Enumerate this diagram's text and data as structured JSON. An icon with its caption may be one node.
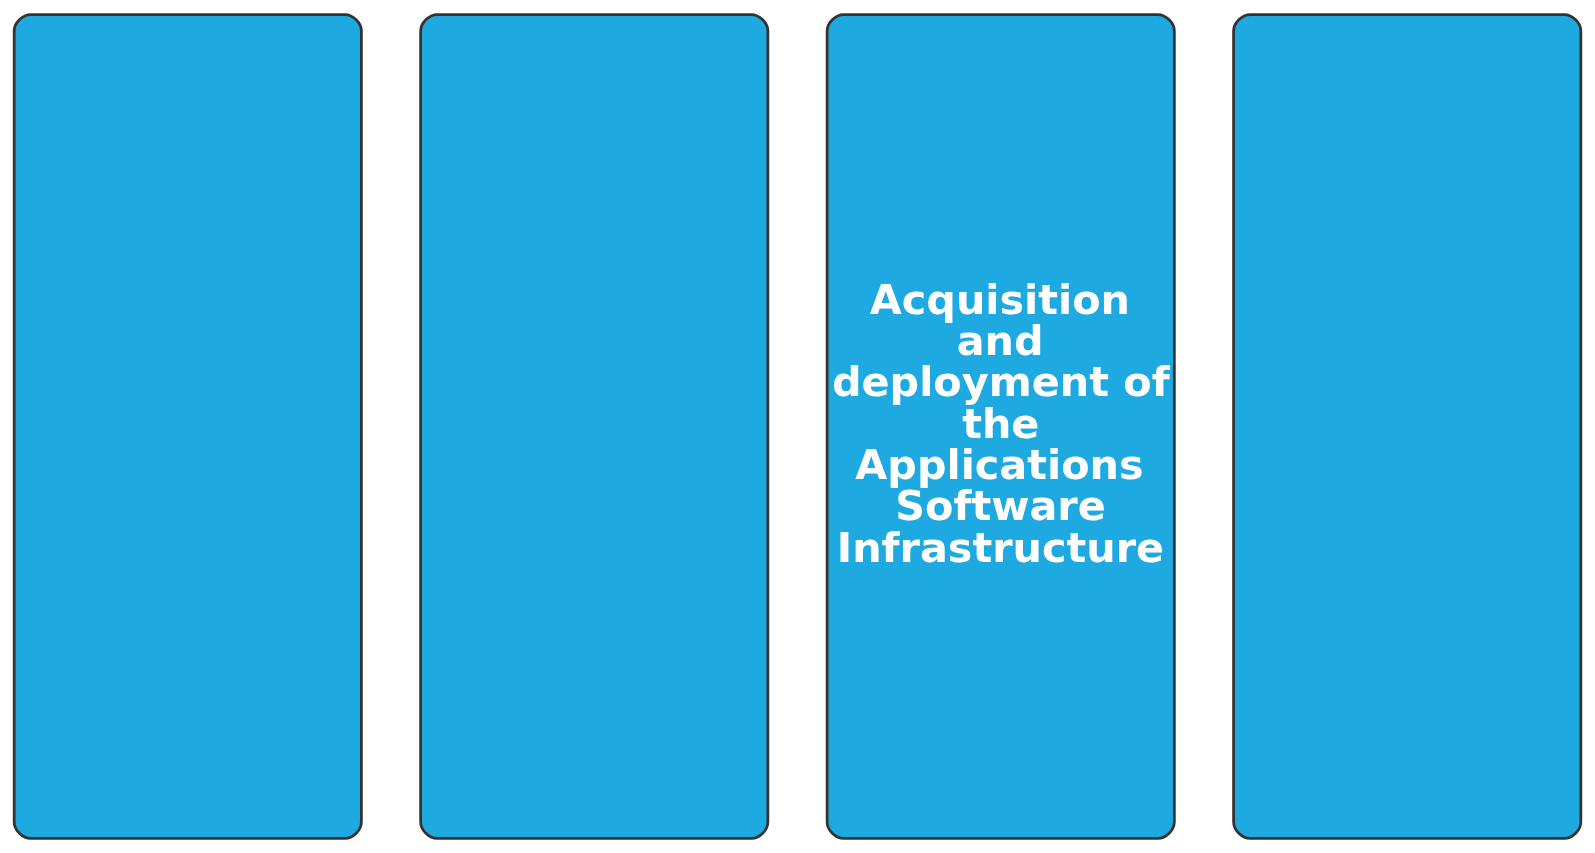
{
  "diagram": {
    "nodes": [
      {
        "text": [],
        "shape": "box"
      },
      {
        "text": [],
        "shape": "box"
      },
      {
        "text": [
          "Acquisition and deployment of the Applications Software Infrastructure"
        ]
      },
      {
        "text": [],
        "shape": "box"
      }
    ]
  }
}
